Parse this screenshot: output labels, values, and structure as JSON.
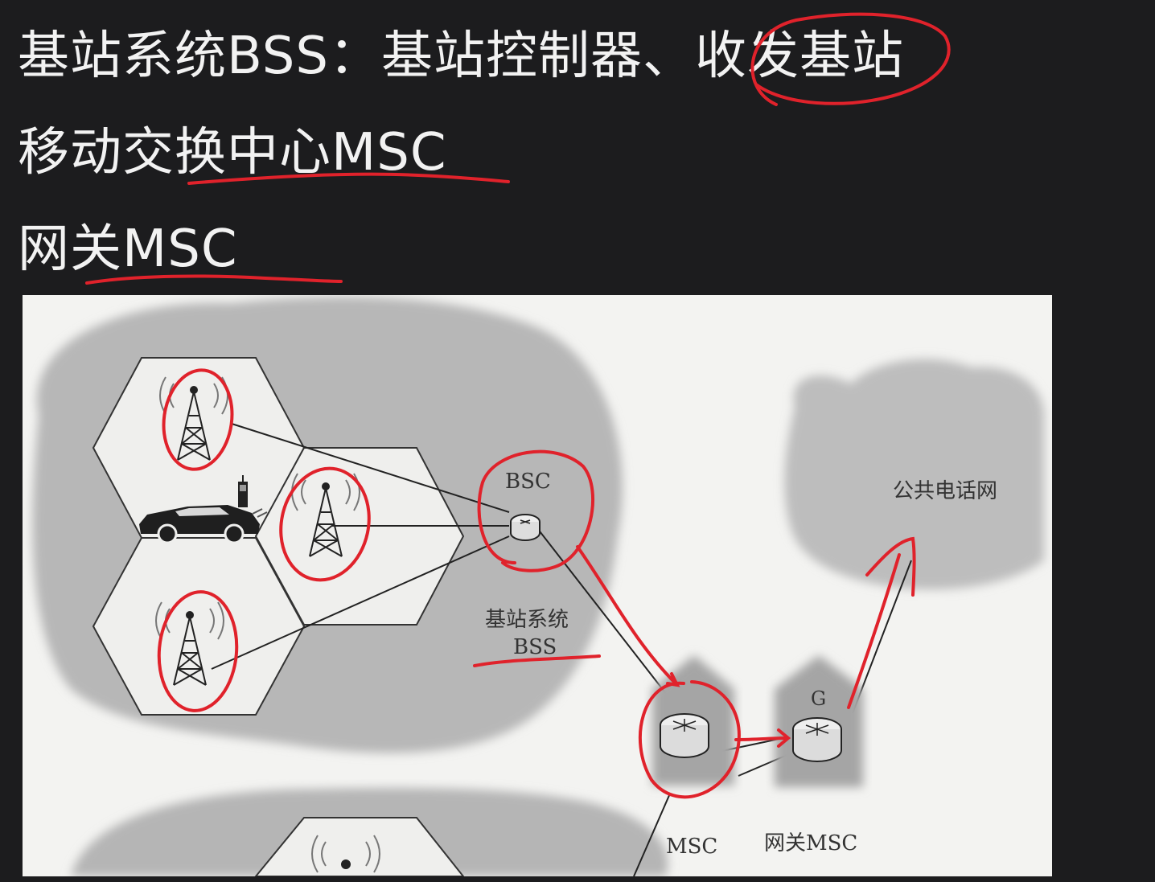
{
  "heading": {
    "line1": "基站系统BSS：基站控制器、收发基站",
    "line2": "移动交换中心MSC",
    "line3": "网关MSC"
  },
  "figure": {
    "bsc_label": "BSC",
    "bss_label_cn": "基站系统",
    "bss_label_en": "BSS",
    "msc_label": "MSC",
    "g_label": "G",
    "gateway_msc_label": "网关MSC",
    "pstn_label": "公共电话网"
  },
  "colors": {
    "background": "#1c1c1e",
    "heading_text": "#f2f2f2",
    "figure_bg": "#f3f3f1",
    "cloud": "#b9b9b9",
    "annotation": "#e0222b"
  }
}
